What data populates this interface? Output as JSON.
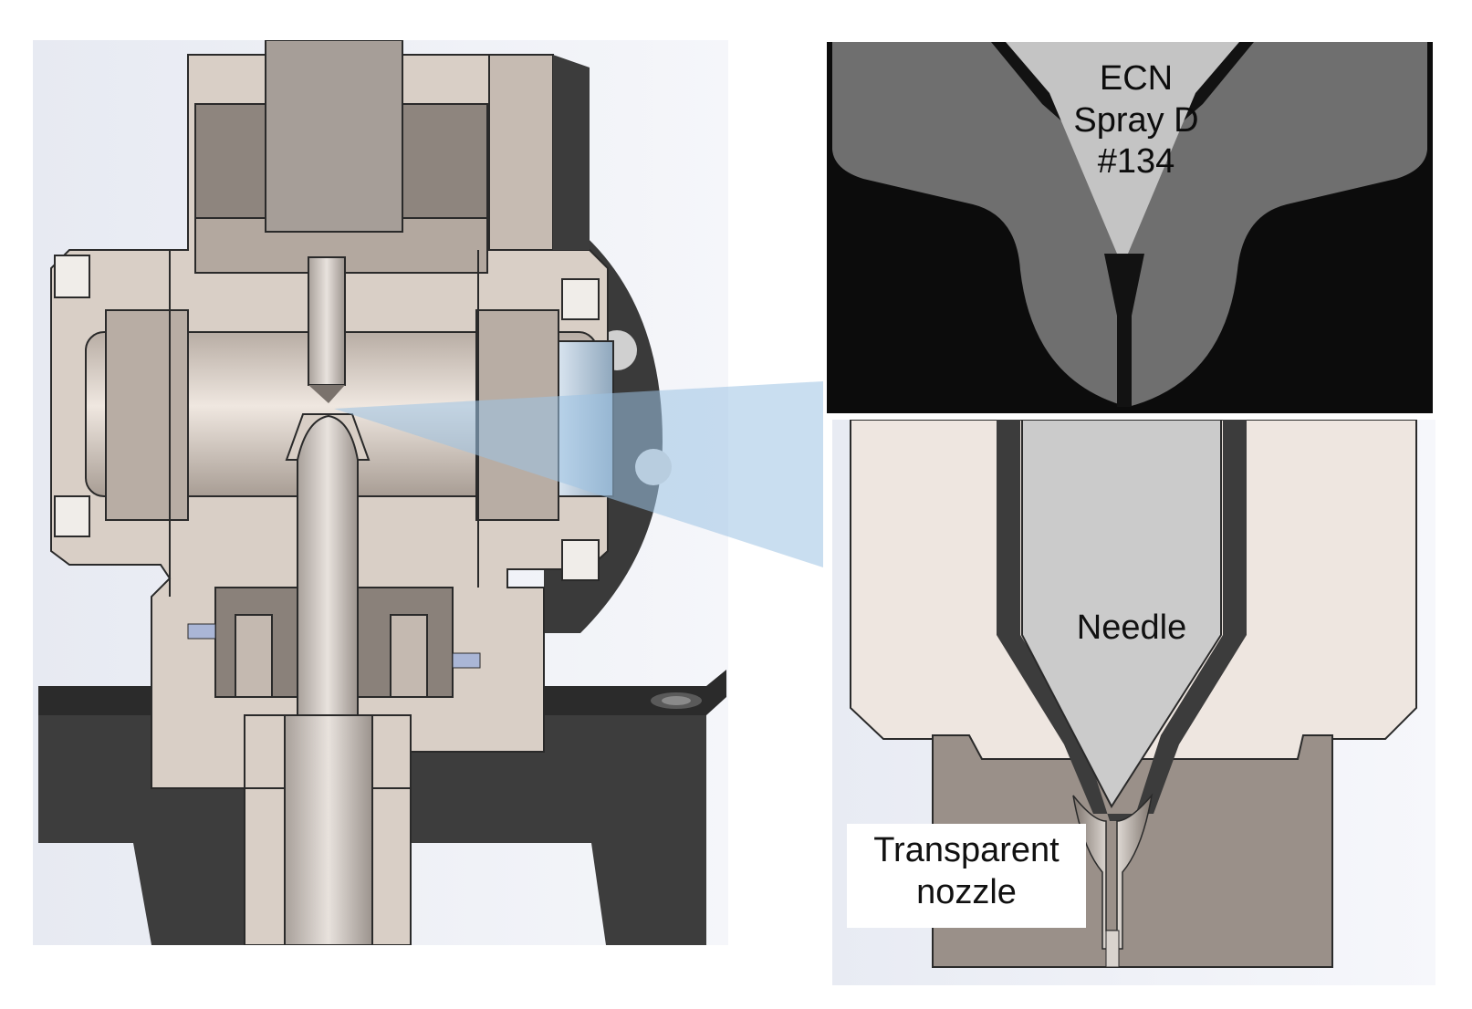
{
  "xray_image": {
    "line1": "ECN",
    "line2": "Spray D",
    "line3": "#134"
  },
  "zoom_view": {
    "needle_label": "Needle",
    "nozzle_line1": "Transparent",
    "nozzle_line2": "nozzle"
  },
  "colors": {
    "steel_section": "#d9cfc6",
    "dark_base": "#3b3b3b",
    "beam": "#9cc3e4",
    "xray_background": "#0c0c0c",
    "xray_nozzle": "#6f6f6f",
    "xray_needle": "#c4c4c4",
    "zoom_body": "#eee6e0",
    "zoom_needle": "#cbcbcb",
    "zoom_nozzle": "#9a9089"
  }
}
